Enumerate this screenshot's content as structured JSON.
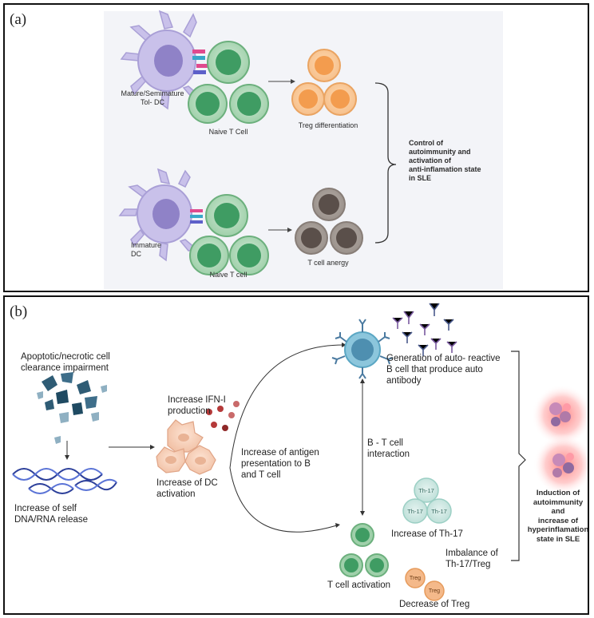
{
  "panel_a": {
    "tag": "(a)",
    "mature_dc_label": "Mature/Semimature\nTol- DC",
    "naive_t_cell_label_1": "Naive T Cell",
    "treg_diff_label": "Treg differentiation",
    "immature_dc_label": "Immature\nDC",
    "naive_t_cell_label_2": "Naive T cell",
    "anergy_label": "T cell anergy",
    "outcome_label": "Control of\nautoimmunity and\nactivation of\nanti-inflamation state\nin SLE"
  },
  "panel_b": {
    "tag": "(b)",
    "apoptotic_label": "Apoptotic/necrotic cell\nclearance impairment",
    "self_dna_label": "Increase of self\nDNA/RNA release",
    "ifn_label": "Increase IFN-I\nproduction",
    "dc_activation_label": "Increase of DC\nactivation",
    "antigen_label": "Increase of antigen\npresentation to B\nand T cell",
    "b_cell_label": "Generation of auto- reactive\nB cell that produce auto\nantibody",
    "bt_interaction_label": "B - T cell\ninteraction",
    "th17_label": "Increase of Th-17",
    "th17_cell_text": "Th-17",
    "imbalance_label": "Imbalance of\nTh-17/Treg",
    "t_activation_label": "T cell activation",
    "treg_cell_text": "Treg",
    "treg_decrease_label": "Decrease of Treg",
    "outcome_label": "Induction of\nautoimmunity and\nincrease of\nhyperinflamation\nstate in SLE"
  },
  "colors": {
    "dc_purple": "#c5bde6",
    "naive_green": "#7fbf8f",
    "treg_orange": "#f2b27a",
    "anergy_gray": "#7b706b",
    "b_cell_blue": "#7fbdd6",
    "th17_teal": "#b6dbd4"
  }
}
